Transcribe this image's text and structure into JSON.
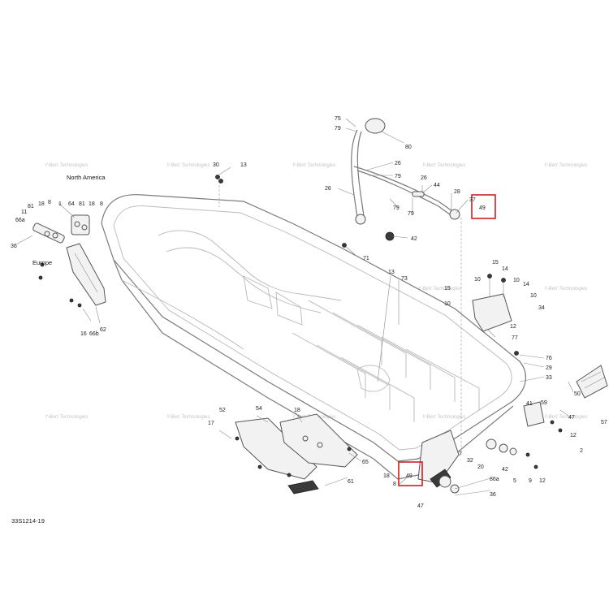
{
  "diagram": {
    "reference_code": "33S1214-19",
    "watermark_text": "Y-Bert Technologies",
    "highlight_color": "#d21d1d",
    "line_color": "#7a7a7a",
    "regions": {
      "north_america": "North America",
      "europe": "Europe"
    },
    "highlighted_callouts": [
      "49",
      "49"
    ],
    "callouts": [
      "75",
      "79",
      "80",
      "26",
      "79",
      "26",
      "44",
      "28",
      "37",
      "79",
      "79",
      "26",
      "42",
      "30",
      "13",
      "71",
      "81",
      "18",
      "8",
      "1",
      "64",
      "81",
      "18",
      "8",
      "11",
      "66a",
      "36",
      "16",
      "66b",
      "62",
      "13",
      "73",
      "15",
      "10",
      "14",
      "10",
      "14",
      "15",
      "10",
      "10",
      "34",
      "12",
      "77",
      "76",
      "29",
      "33",
      "50",
      "41",
      "59",
      "57",
      "47",
      "12",
      "2",
      "52",
      "54",
      "18",
      "17",
      "65",
      "61",
      "7",
      "32",
      "20",
      "42",
      "5",
      "9",
      "12",
      "18",
      "8",
      "86a",
      "47",
      "36"
    ]
  }
}
